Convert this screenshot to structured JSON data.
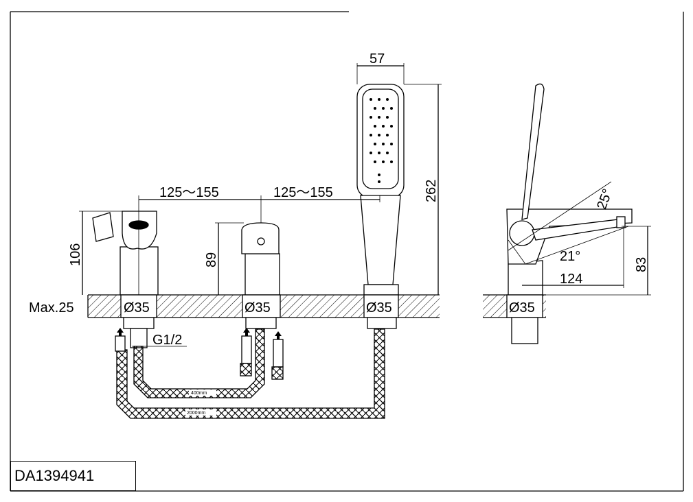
{
  "drawing": {
    "code": "DA1394941",
    "dimensions": {
      "spacing_left": "125～155",
      "spacing_right": "125～155",
      "spout_height": "106",
      "mixer_height": "89",
      "shower_width": "57",
      "shower_height": "262",
      "max_deck": "Max.25",
      "hole_1": "Ø35",
      "hole_2": "Ø35",
      "hole_3": "Ø35",
      "hole_side": "Ø35",
      "thread": "G1/2",
      "angle_up": "25°",
      "angle_down": "21°",
      "reach": "124",
      "side_height": "83",
      "hose_short": "400mm",
      "hose_long": "2000mm"
    }
  }
}
